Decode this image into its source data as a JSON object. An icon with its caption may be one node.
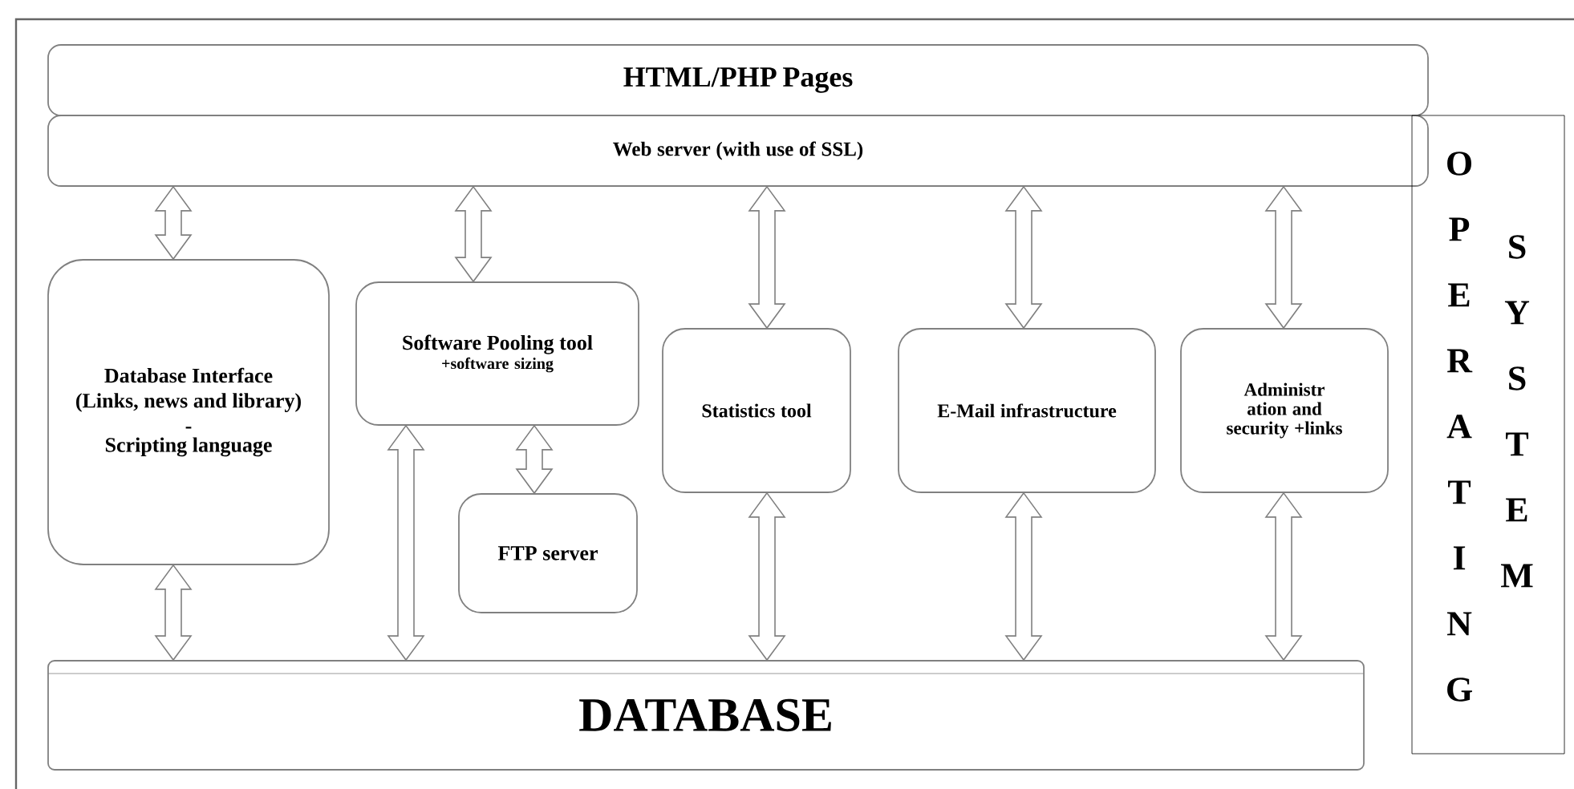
{
  "diagram": {
    "nodes": [
      {
        "text": [
          "HTML/PHP Pages"
        ]
      },
      {
        "text": [
          "Web server (with use of SSL)"
        ]
      },
      {
        "text": [
          "Database Interface (Links, news and library)",
          "-",
          "Scripting language"
        ]
      },
      {
        "text": [
          "Software Pooling tool",
          "+software sizing"
        ]
      },
      {
        "text": [
          "FTP server"
        ]
      },
      {
        "text": [
          "Statistics tool"
        ]
      },
      {
        "text": [
          "E-Mail infrastructure"
        ]
      },
      {
        "text": [
          "Administr ation and security +links"
        ]
      },
      {
        "text": [
          "DATABASE"
        ]
      },
      {
        "text": [
          "OPERATING",
          "SYSTEM"
        ]
      }
    ],
    "edges": [
      {
        "from": 1,
        "to": 2,
        "arrow": "both"
      },
      {
        "from": 1,
        "to": 3,
        "arrow": "both"
      },
      {
        "from": 1,
        "to": 5,
        "arrow": "both"
      },
      {
        "from": 1,
        "to": 6,
        "arrow": "both"
      },
      {
        "from": 1,
        "to": 7,
        "arrow": "both"
      },
      {
        "from": 2,
        "to": 8,
        "arrow": "both"
      },
      {
        "from": 3,
        "to": 4,
        "arrow": "both"
      },
      {
        "from": 3,
        "to": 8,
        "arrow": "both"
      },
      {
        "from": 5,
        "to": 8,
        "arrow": "both"
      },
      {
        "from": 6,
        "to": 8,
        "arrow": "both"
      },
      {
        "from": 7,
        "to": 8,
        "arrow": "both"
      }
    ]
  }
}
